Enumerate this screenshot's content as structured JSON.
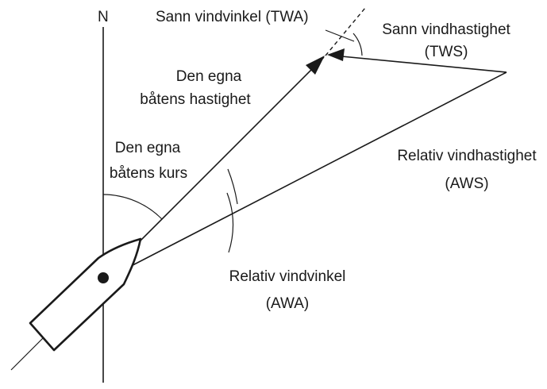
{
  "diagram": {
    "north": "N",
    "twa": "Sann vindvinkel (TWA)",
    "tws": [
      "Sann vindhastighet",
      "(TWS)"
    ],
    "own_speed": [
      "Den egna",
      "båtens hastighet"
    ],
    "own_course": [
      "Den egna",
      "båtens kurs"
    ],
    "aws": [
      "Relativ vindhastighet",
      "(AWS)"
    ],
    "awa": [
      "Relativ vindvinkel",
      "(AWA)"
    ]
  }
}
